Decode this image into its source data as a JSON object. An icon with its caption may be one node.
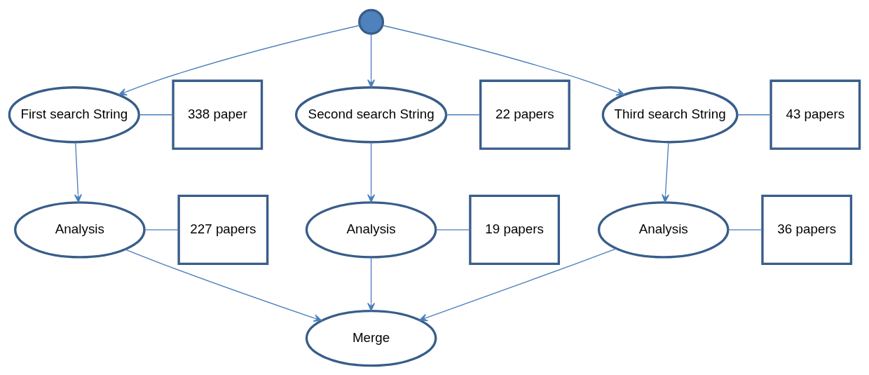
{
  "diagram": {
    "nodes": [
      {
        "text": [],
        "shape": "circle"
      },
      {
        "text": [
          "First search String"
        ]
      },
      {
        "text": [
          "338 paper"
        ]
      },
      {
        "text": [
          "Second search String"
        ]
      },
      {
        "text": [
          "22 papers"
        ]
      },
      {
        "text": [
          "Third search String"
        ]
      },
      {
        "text": [
          "43 papers"
        ]
      },
      {
        "text": [
          "Analysis"
        ]
      },
      {
        "text": [
          "227 papers"
        ]
      },
      {
        "text": [
          "Analysis"
        ]
      },
      {
        "text": [
          "19 papers"
        ]
      },
      {
        "text": [
          "Analysis"
        ]
      },
      {
        "text": [
          "36 papers"
        ]
      },
      {
        "text": [
          "Merge"
        ]
      }
    ],
    "edges": [
      {
        "from": 0,
        "to": 1,
        "arrow": "to"
      },
      {
        "from": 0,
        "to": 3,
        "arrow": "to"
      },
      {
        "from": 0,
        "to": 5,
        "arrow": "to"
      },
      {
        "from": 1,
        "to": 2,
        "arrow": "none"
      },
      {
        "from": 3,
        "to": 4,
        "arrow": "none"
      },
      {
        "from": 5,
        "to": 6,
        "arrow": "none"
      },
      {
        "from": 1,
        "to": 7,
        "arrow": "to"
      },
      {
        "from": 3,
        "to": 9,
        "arrow": "to"
      },
      {
        "from": 5,
        "to": 11,
        "arrow": "to"
      },
      {
        "from": 7,
        "to": 8,
        "arrow": "none"
      },
      {
        "from": 9,
        "to": 10,
        "arrow": "none"
      },
      {
        "from": 11,
        "to": 12,
        "arrow": "none"
      },
      {
        "from": 7,
        "to": 13,
        "arrow": "to"
      },
      {
        "from": 9,
        "to": 13,
        "arrow": "to"
      },
      {
        "from": 11,
        "to": 13,
        "arrow": "to"
      }
    ]
  }
}
